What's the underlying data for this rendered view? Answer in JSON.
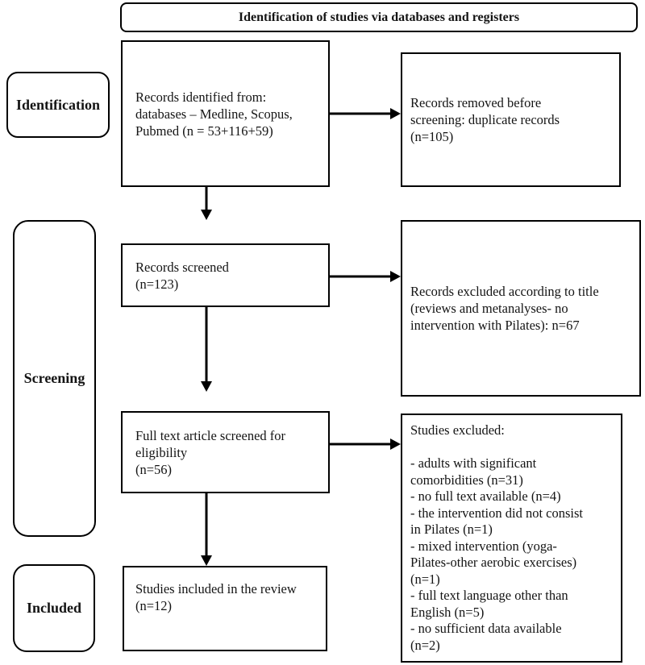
{
  "header": {
    "title": "Identification of studies via databases and registers"
  },
  "stages": {
    "identification": "Identification",
    "screening": "Screening",
    "included": "Included"
  },
  "flow": {
    "records_identified": "Records identified from:\ndatabases – Medline, Scopus,\nPubmed (n = 53+116+59)",
    "records_removed": "Records removed before\nscreening: duplicate records\n(n=105)",
    "records_screened": "Records screened\n(n=123)",
    "records_excluded": "Records excluded according to title\n(reviews and metanalyses- no\nintervention with Pilates): n=67",
    "full_text_screened": "Full text article screened for\neligibility\n(n=56)",
    "studies_excluded": "Studies excluded:\n\n- adults with significant\ncomorbidities (n=31)\n- no full text available (n=4)\n- the intervention did not consist\nin Pilates (n=1)\n- mixed intervention (yoga-\nPilates-other aerobic exercises)\n(n=1)\n- full text language other than\nEnglish (n=5)\n- no sufficient data available\n(n=2)",
    "studies_included": "Studies included in the review\n(n=12)"
  },
  "counts": {
    "identified": "53+116+59",
    "duplicates_removed": 105,
    "screened": 123,
    "excluded_title": 67,
    "full_text_assessed": 56,
    "excluded_comorbidities": 31,
    "excluded_no_full_text": 4,
    "excluded_not_pilates": 1,
    "excluded_mixed_intervention": 1,
    "excluded_language": 5,
    "excluded_insufficient_data": 2,
    "included": 12
  },
  "colors": {
    "border": "#000000",
    "text": "#141414",
    "background": "#ffffff"
  }
}
